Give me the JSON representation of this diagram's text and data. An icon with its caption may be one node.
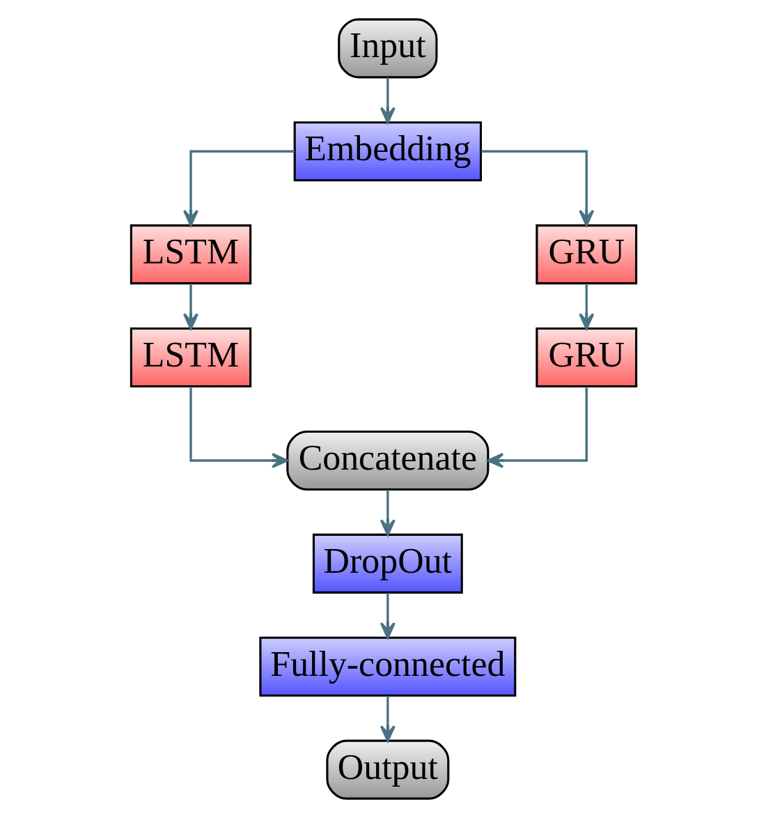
{
  "diagram": {
    "nodes": [
      {
        "text": [
          "Input"
        ]
      },
      {
        "text": [
          "Embedding"
        ]
      },
      {
        "text": [
          "LSTM"
        ]
      },
      {
        "text": [
          "GRU"
        ]
      },
      {
        "text": [
          "LSTM"
        ]
      },
      {
        "text": [
          "GRU"
        ]
      },
      {
        "text": [
          "Concatenate"
        ]
      },
      {
        "text": [
          "DropOut"
        ]
      },
      {
        "text": [
          "Fully-connected"
        ]
      },
      {
        "text": [
          "Output"
        ]
      }
    ],
    "edges": [
      {
        "from": 0,
        "to": 1,
        "arrow": "to"
      },
      {
        "from": 1,
        "to": 2,
        "arrow": "to"
      },
      {
        "from": 1,
        "to": 3,
        "arrow": "to"
      },
      {
        "from": 2,
        "to": 4,
        "arrow": "to"
      },
      {
        "from": 3,
        "to": 5,
        "arrow": "to"
      },
      {
        "from": 4,
        "to": 6,
        "arrow": "to"
      },
      {
        "from": 5,
        "to": 6,
        "arrow": "to"
      },
      {
        "from": 6,
        "to": 7,
        "arrow": "to"
      },
      {
        "from": 7,
        "to": 8,
        "arrow": "to"
      },
      {
        "from": 8,
        "to": 9,
        "arrow": "to"
      }
    ]
  }
}
